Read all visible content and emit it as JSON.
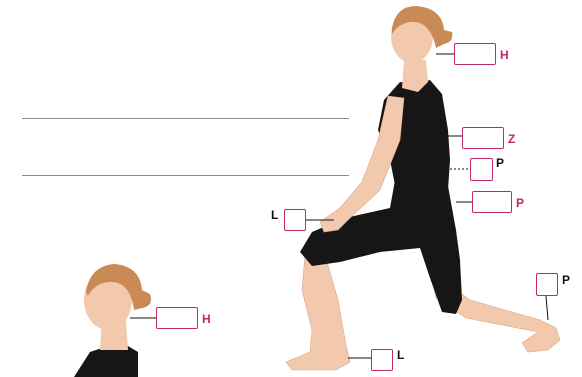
{
  "colors": {
    "accent": "#c4256f",
    "dark_label": "#111111",
    "skin": "#f2c9ad",
    "hair": "#c98a55",
    "clothing": "#161616"
  },
  "answer_lines": [
    {
      "id": "line-1",
      "value": ""
    },
    {
      "id": "line-2",
      "value": ""
    }
  ],
  "labels": {
    "head_top": "H",
    "waist": "Z",
    "hip_dotted": "P",
    "hip_pink": "P",
    "knee_front": "L",
    "heel_back": "P",
    "foot_front": "L",
    "head_bottom": "H"
  },
  "answer_boxes": {
    "head_top": "",
    "waist": "",
    "hip_dotted": "",
    "hip_pink": "",
    "knee_front": "",
    "heel_back": "",
    "foot_front": "",
    "head_bottom": ""
  }
}
